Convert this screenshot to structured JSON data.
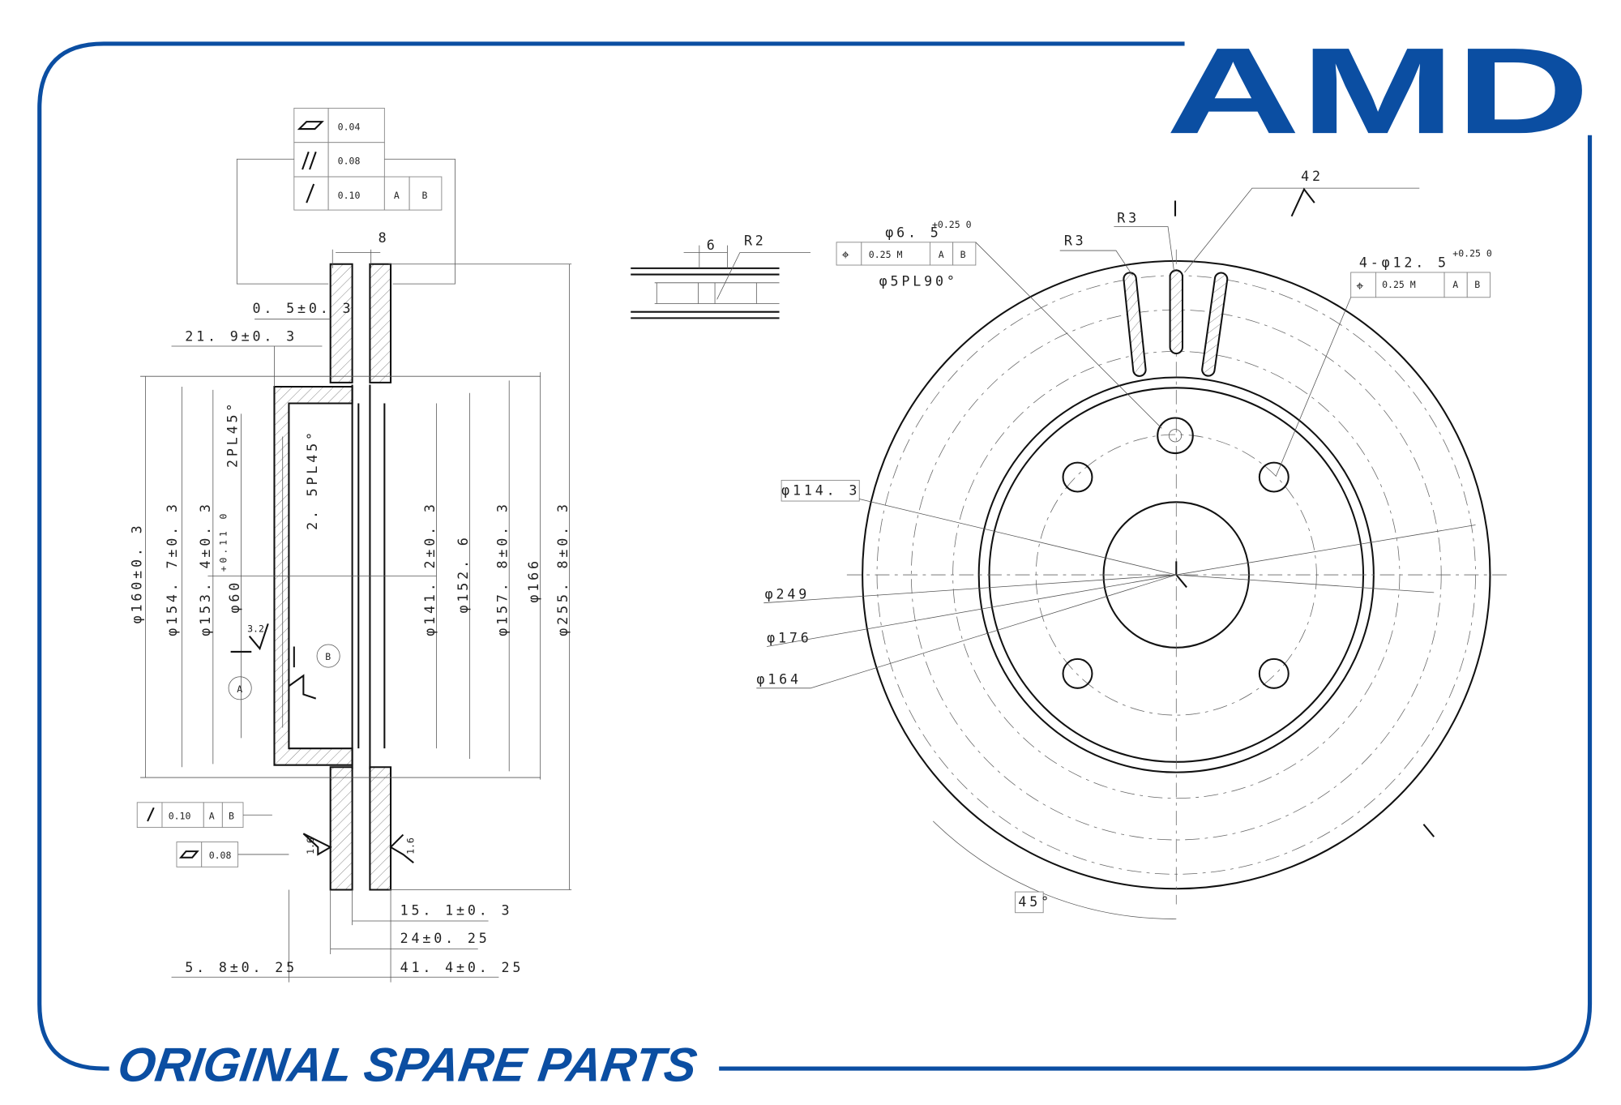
{
  "brand": {
    "logo_text": "AMD",
    "tagline": "ORIGINAL SPARE PARTS",
    "color": "#0b4ea2"
  },
  "section_view": {
    "tolerance_frame_top": [
      {
        "symbol": "flatness-icon",
        "value": "0.04"
      },
      {
        "symbol": "parallelism-icon",
        "value": "0.08"
      },
      {
        "symbol": "runout-icon",
        "value": "0.10",
        "datums": [
          "A",
          "B"
        ]
      }
    ],
    "tolerance_frame_bottom": [
      {
        "symbol": "runout-icon",
        "value": "0.10",
        "datums": [
          "A",
          "B"
        ]
      },
      {
        "symbol": "flatness-icon",
        "value": "0.08"
      }
    ],
    "dims": {
      "vane_gap": "8",
      "offset": "0. 5±0. 3",
      "hat_depth": "21. 9±0. 3",
      "d160": "φ160±0. 3",
      "d154": "φ154. 7±0. 3",
      "d153": "φ153. 4±0. 3",
      "d60": "φ60",
      "d60_tol": "+0.11 0",
      "chamfer1": "2PL45°",
      "chamfer2": "2. 5PL45°",
      "d141": "φ141. 2±0. 3",
      "d152": "φ152. 6",
      "d157": "φ157. 8±0. 3",
      "d166": "φ166",
      "d255": "φ255. 8±0. 3",
      "inner_width": "15. 1±0. 3",
      "thickness": "24±0. 25",
      "total_height": "41. 4±0. 25",
      "flange": "5. 8±0. 25",
      "rough_32": "3.2",
      "rough_16": "1.6"
    },
    "datums": [
      "A",
      "B"
    ]
  },
  "vane_detail": {
    "width": "6",
    "radius": "R2"
  },
  "face_view": {
    "small_hole": {
      "dia": "φ6. 5",
      "tol": "+0.25 0",
      "frame": [
        "0.25 M",
        "A",
        "B"
      ],
      "note": "φ5PL90°"
    },
    "bolt_holes": {
      "dia": "4-φ12. 5",
      "tol": "+0.25 0",
      "frame": [
        "0.25 M",
        "A",
        "B"
      ]
    },
    "radii": [
      "R3",
      "R3"
    ],
    "roughness": "42",
    "pcd": "φ114. 3",
    "d249": "φ249",
    "d176": "φ176",
    "d164": "φ164",
    "angle": "45°"
  }
}
